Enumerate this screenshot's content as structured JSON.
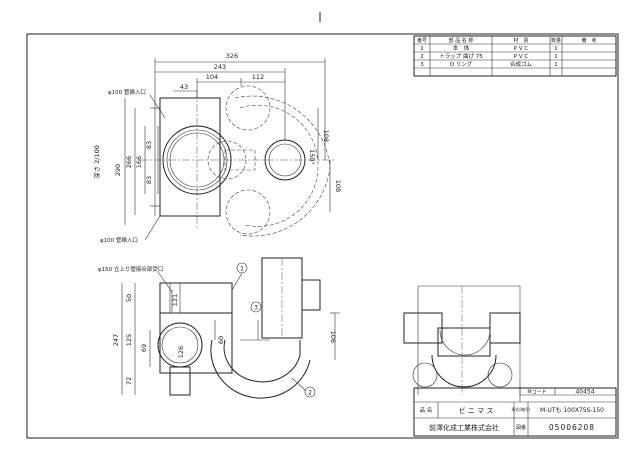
{
  "parts_table": {
    "headers": [
      "番号",
      "部 品 名 称",
      "材　質",
      "数量",
      "備　考"
    ],
    "rows": [
      {
        "no": "1",
        "name": "本　体",
        "material": "P V C",
        "qty": "1",
        "note": ""
      },
      {
        "no": "2",
        "name": "トラップ 曲げ 75",
        "material": "P V C",
        "qty": "1",
        "note": ""
      },
      {
        "no": "3",
        "name": "O リング",
        "material": "合成ゴム",
        "qty": "1",
        "note": ""
      }
    ]
  },
  "title_block": {
    "mcode_label": "Mコード",
    "mcode": "40454",
    "name_label": "品 名",
    "name": "ビ ニ マ ス",
    "model_label": "形式(略号)",
    "model": "M-UTも 100X75S-150",
    "company": "前澤化成工業株式会社",
    "drawing_no_label": "図番",
    "drawing_no": "05006208"
  },
  "plan_view": {
    "dims": {
      "d326": "326",
      "d243": "243",
      "d104": "104",
      "d112": "112",
      "d43": "43",
      "d290": "290",
      "d266": "266",
      "d166": "166",
      "d83a": "83",
      "d83b": "83",
      "d108a": "108",
      "d108b": "108",
      "d150": "150°"
    },
    "side_label": "深さ 2/100",
    "inlet_label": "φ100 管挿入口",
    "outlet_label": "φ100 管挿入口"
  },
  "front_view": {
    "dims": {
      "d50": "50",
      "d121": "121",
      "d247": "247",
      "d125": "125",
      "d69": "69",
      "d126": "126",
      "d60": "60",
      "d106": "106",
      "d72": "72"
    },
    "riser_label": "φ150 立上り管接合部受口",
    "callouts": [
      "1",
      "2",
      "3"
    ]
  }
}
